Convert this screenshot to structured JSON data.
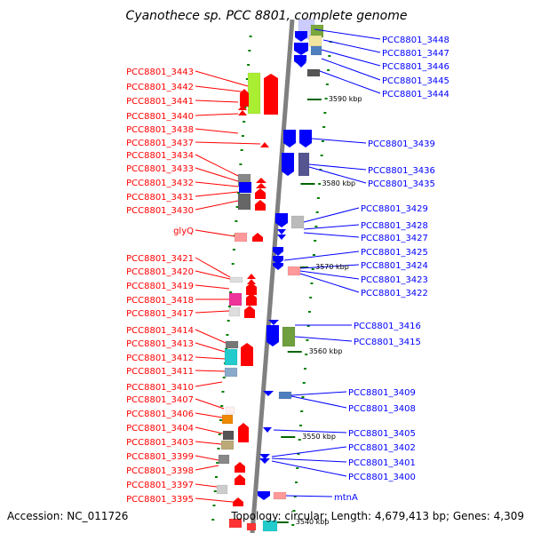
{
  "title": "Cyanothece sp. PCC 8801, complete genome",
  "footer": {
    "accession": "Accession: NC_011726",
    "topology": "Topology: circular; Length: 4,679,413 bp; Genes: 4,309"
  },
  "kbp_marks": [
    "3590 kbp",
    "3580 kbp",
    "3570 kbp",
    "3560 kbp",
    "3550 kbp",
    "3540 kbp"
  ],
  "left_genes": [
    "PCC8801_3443",
    "PCC8801_3442",
    "PCC8801_3441",
    "PCC8801_3440",
    "PCC8801_3438",
    "PCC8801_3437",
    "PCC8801_3434",
    "PCC8801_3433",
    "PCC8801_3432",
    "PCC8801_3431",
    "PCC8801_3430",
    "glyQ",
    "PCC8801_3421",
    "PCC8801_3420",
    "PCC8801_3419",
    "PCC8801_3418",
    "PCC8801_3417",
    "PCC8801_3414",
    "PCC8801_3413",
    "PCC8801_3412",
    "PCC8801_3411",
    "PCC8801_3410",
    "PCC8801_3407",
    "PCC8801_3406",
    "PCC8801_3404",
    "PCC8801_3403",
    "PCC8801_3399",
    "PCC8801_3398",
    "PCC8801_3397",
    "PCC8801_3395"
  ],
  "right_genes": [
    "PCC8801_3448",
    "PCC8801_3447",
    "PCC8801_3446",
    "PCC8801_3445",
    "PCC8801_3444",
    "PCC8801_3439",
    "PCC8801_3436",
    "PCC8801_3435",
    "PCC8801_3429",
    "PCC8801_3428",
    "PCC8801_3427",
    "PCC8801_3425",
    "PCC8801_3424",
    "PCC8801_3423",
    "PCC8801_3422",
    "PCC8801_3416",
    "PCC8801_3415",
    "PCC8801_3409",
    "PCC8801_3408",
    "PCC8801_3405",
    "PCC8801_3402",
    "PCC8801_3401",
    "PCC8801_3400",
    "mtnA"
  ],
  "colors": {
    "left_strand": "#ff0000",
    "right_strand": "#0000ff",
    "backbone": "#808080",
    "tick": "#008000"
  }
}
